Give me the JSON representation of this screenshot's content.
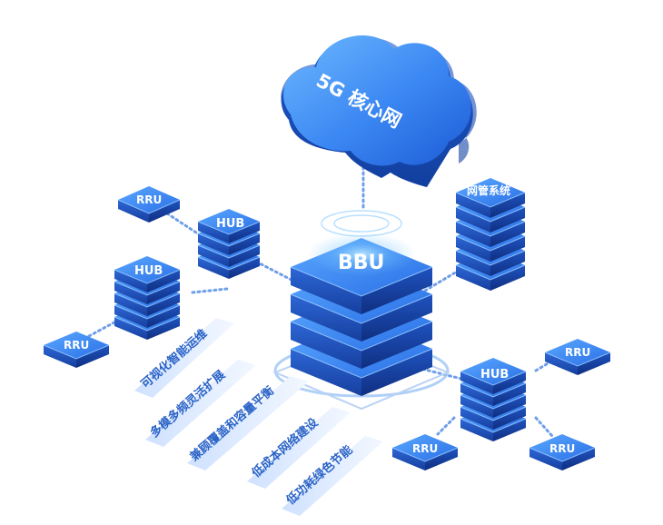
{
  "cloud": {
    "label": "5G 核心网"
  },
  "bbu": {
    "label": "BBU"
  },
  "nms": {
    "label": "网管系统"
  },
  "hubs": [
    {
      "label": "HUB"
    },
    {
      "label": "HUB"
    },
    {
      "label": "HUB"
    }
  ],
  "rrus": [
    {
      "label": "RRU"
    },
    {
      "label": "RRU"
    },
    {
      "label": "RRU"
    },
    {
      "label": "RRU"
    },
    {
      "label": "RRU"
    }
  ],
  "features": [
    {
      "label": "可视化智能运维"
    },
    {
      "label": "多模多频灵活扩展"
    },
    {
      "label": "兼顾覆盖和容量平衡"
    },
    {
      "label": "低成本网络建设"
    },
    {
      "label": "低功耗绿色节能"
    }
  ],
  "colors": {
    "primary": "#2d6fe8",
    "dark": "#1a4bb8",
    "light": "#6fb2ff",
    "feature_text": "#2a63c7"
  }
}
